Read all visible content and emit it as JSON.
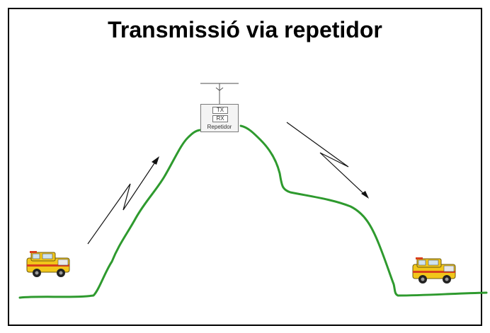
{
  "title": "Transmissió via repetidor",
  "repeater": {
    "tx_label": "TX",
    "rx_label": "RX",
    "name": "Repetidor"
  },
  "colors": {
    "terrain": "#2e9a2e",
    "vehicle_body": "#f2c61a",
    "vehicle_stripe": "#d8401c",
    "frame": "#000000"
  },
  "icons": {
    "left_vehicle": "jeep-icon",
    "right_vehicle": "jeep-icon",
    "antenna": "antenna-icon"
  }
}
